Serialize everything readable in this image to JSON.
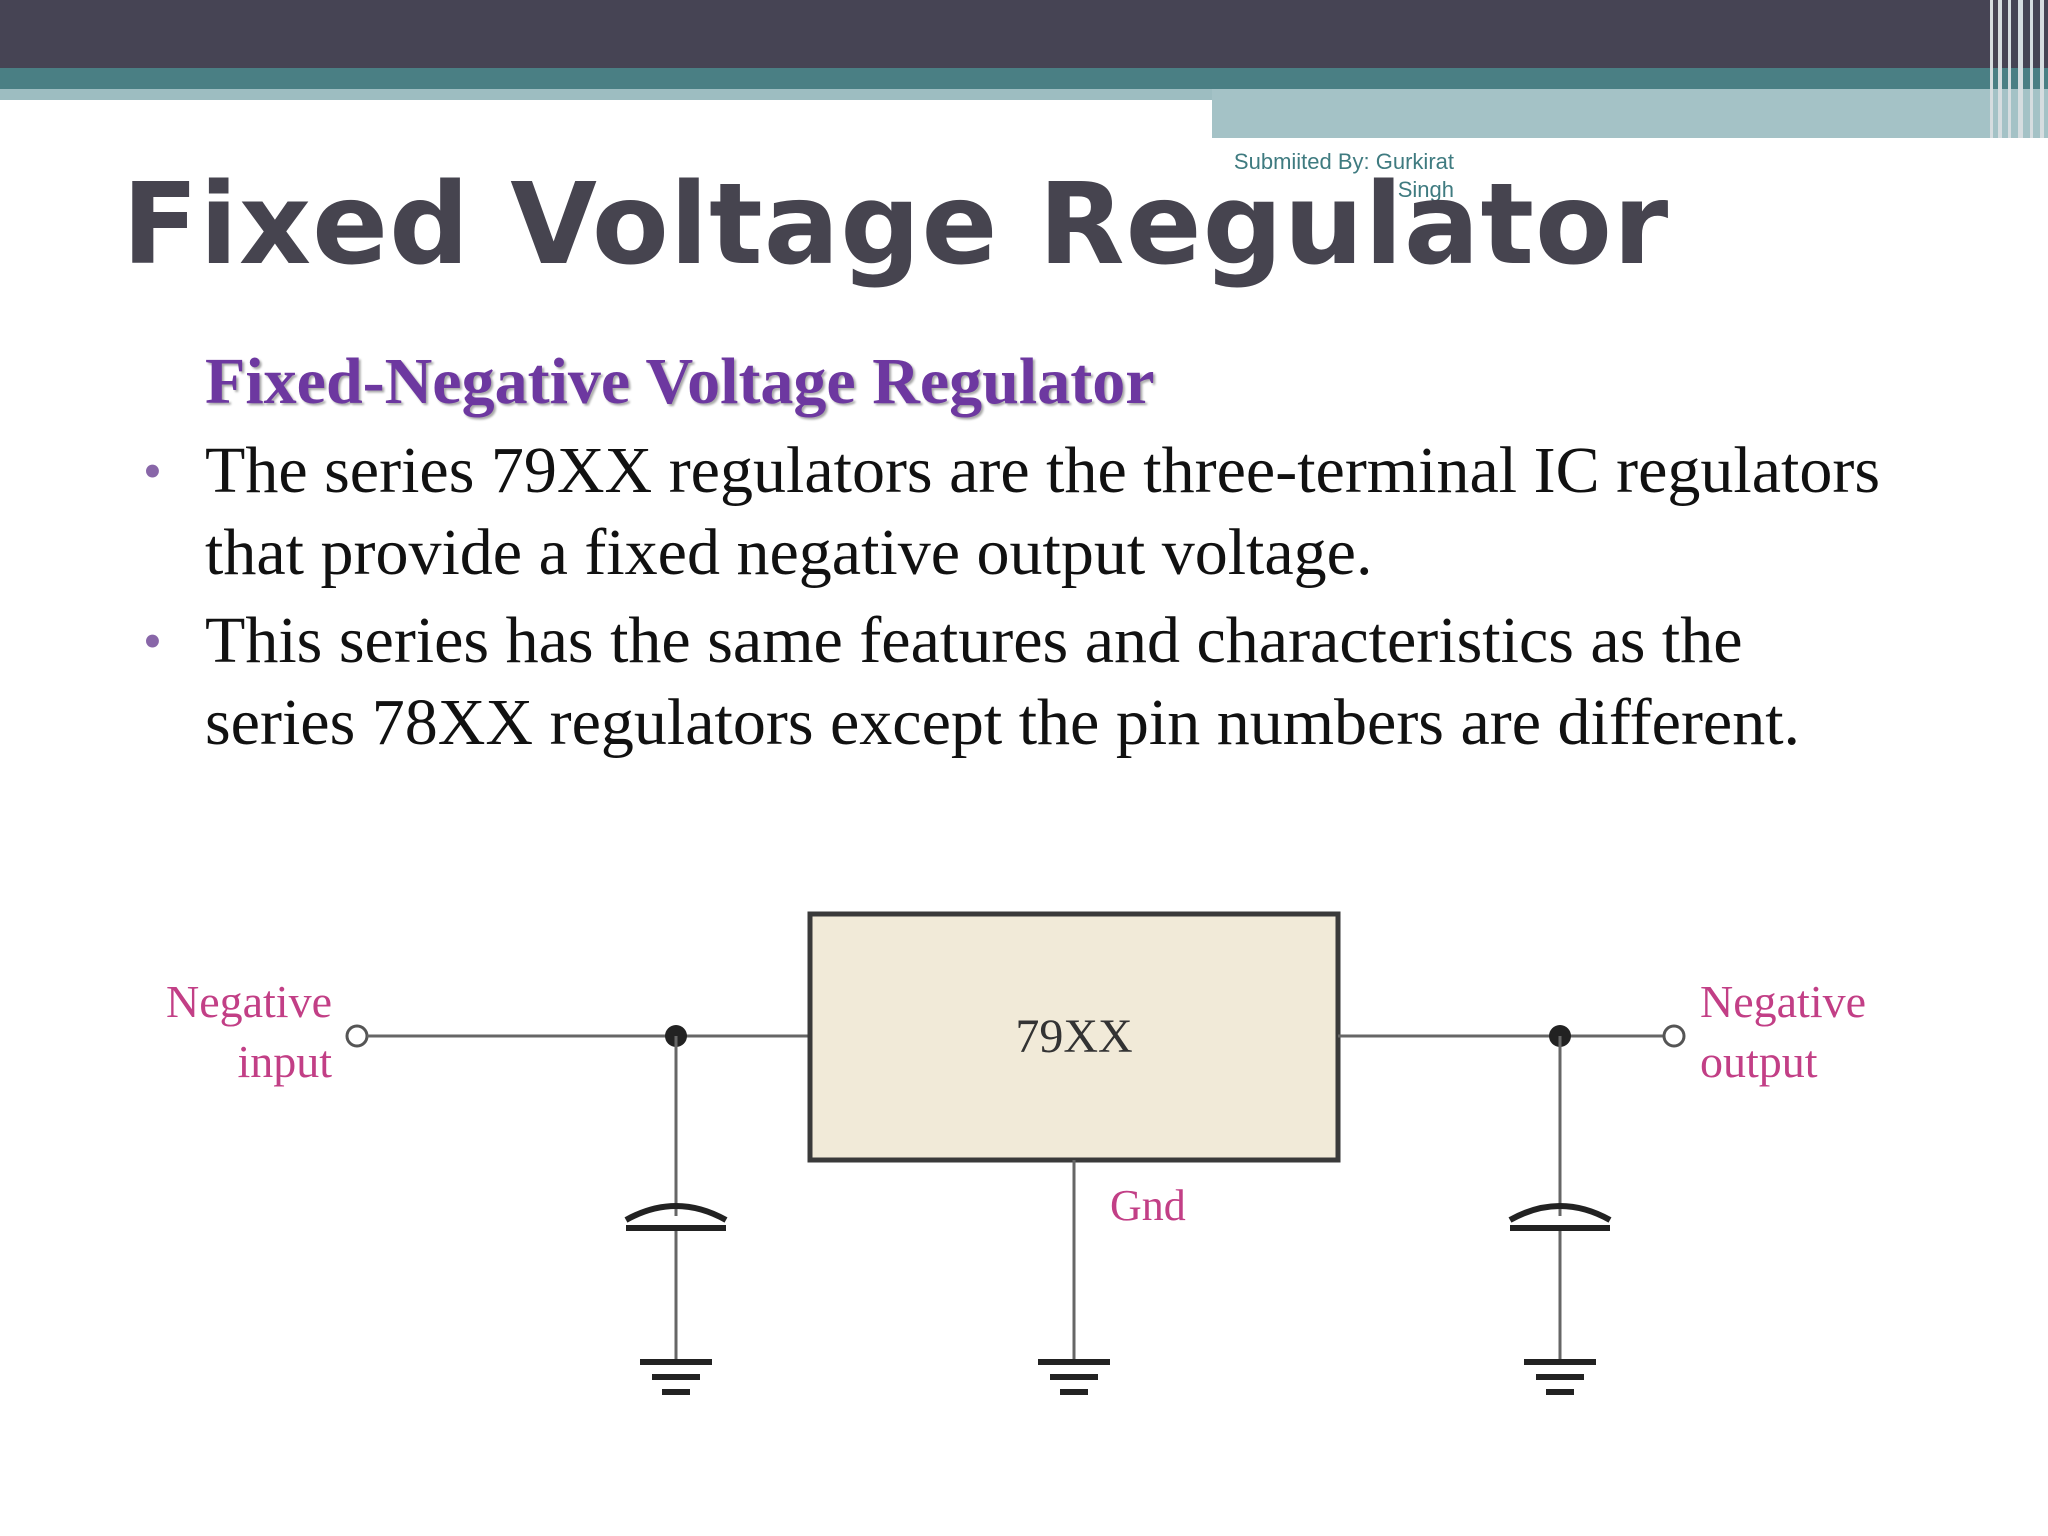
{
  "header": {
    "credit": "Submiited By: Gurkirat Singh",
    "title": "Fixed Voltage Regulator"
  },
  "content": {
    "subtitle": "Fixed-Negative Voltage Regulator",
    "bullets": [
      "The series 79XX regulators are the three-terminal IC regulators that provide a fixed negative output voltage.",
      "This series has the same features and characteristics as the series 78XX regulators except the pin numbers are different."
    ]
  },
  "diagram": {
    "input_label_line1": "Negative",
    "input_label_line2": "input",
    "regulator_label": "79XX",
    "ground_label": "Gnd",
    "output_label_line1": "Negative",
    "output_label_line2": "output"
  },
  "colors": {
    "title": "#46444f",
    "subtitle": "#6d38a0",
    "diagram_label": "#c23f86",
    "regulator_fill": "#f1ead8"
  }
}
